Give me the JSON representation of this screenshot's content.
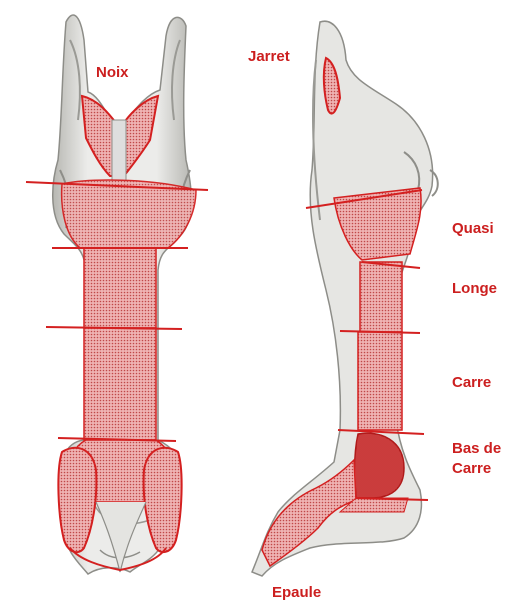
{
  "labels": {
    "noix": "Noix",
    "jarret": "Jarret",
    "quasi": "Quasi",
    "longe": "Longe",
    "carre": "Carre",
    "bas_de_carre_line1": "Bas de",
    "bas_de_carre_line2": "Carre",
    "epaule": "Epaule"
  },
  "colors": {
    "label_red": "#cc1f1f",
    "cut_line_red": "#d42020",
    "cut_fill": "#e39a9a",
    "carcass_light": "#e9e9e6",
    "carcass_shadow": "#a9a9a4"
  }
}
